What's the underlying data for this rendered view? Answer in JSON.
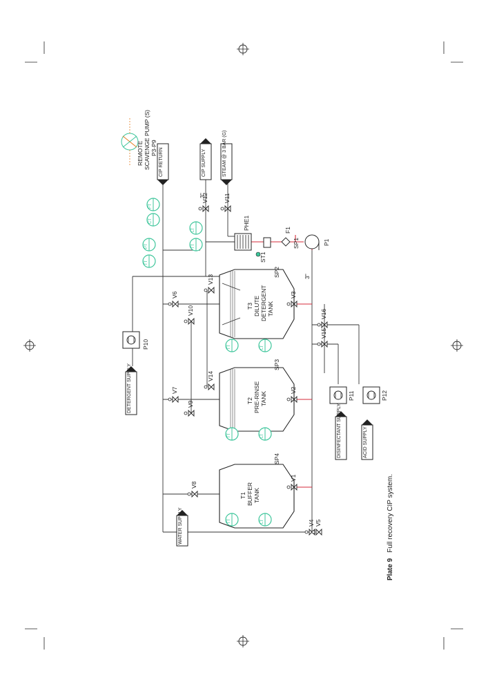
{
  "caption": {
    "plate": "Plate 9",
    "text": "Full recovery CIP system."
  },
  "supplies": {
    "water": "WATER SUPPLY",
    "detergent": "DETERGENT SUPPLY",
    "cip_return": "CIP RETURN",
    "cip_supply": "CIP SUPPLY",
    "steam": "STEAM @ 3 BAR (G)",
    "disinfectant": "DISINFECTANT SUPPLY",
    "acid": "ACID SUPPLY"
  },
  "tanks": {
    "t1": {
      "tag": "T1",
      "name_1": "BUFFER",
      "name_2": "TANK"
    },
    "t2": {
      "tag": "T2",
      "name_1": "PRE-RINSE",
      "name_2": "TANK"
    },
    "t3": {
      "tag": "T3",
      "name_1": "DILUTE",
      "name_2": "DETERGENT",
      "name_3": "TANK"
    }
  },
  "equipment": {
    "p1": "P1",
    "p10": "P10",
    "p11": "P11",
    "p12": "P12",
    "phe1": "PHE1",
    "f1": "F1",
    "st1": "ST1",
    "remote_pump_1": "REMOTE",
    "remote_pump_2": "SCAVENGE PUMP (S)",
    "remote_pump_3": "P3-P9"
  },
  "valves": [
    "V1",
    "V2",
    "V3",
    "V4",
    "V5",
    "V6",
    "V7",
    "V8",
    "V9",
    "V10",
    "V11",
    "V12",
    "V13",
    "V14",
    "V15",
    "V16"
  ],
  "sample_points": [
    "SP1",
    "SP2",
    "SP3",
    "SP4"
  ],
  "pipe_sizes": {
    "a": "3\"",
    "b": "3\""
  },
  "instruments": [
    "TT",
    "PT",
    "CT",
    "FT",
    "TT",
    "LT",
    "TT",
    "LT",
    "TT",
    "LT",
    "TT",
    "LT"
  ],
  "colors": {
    "instrument": "#3cc59a",
    "hot_line": "#d62a3a",
    "line": "#333333"
  }
}
